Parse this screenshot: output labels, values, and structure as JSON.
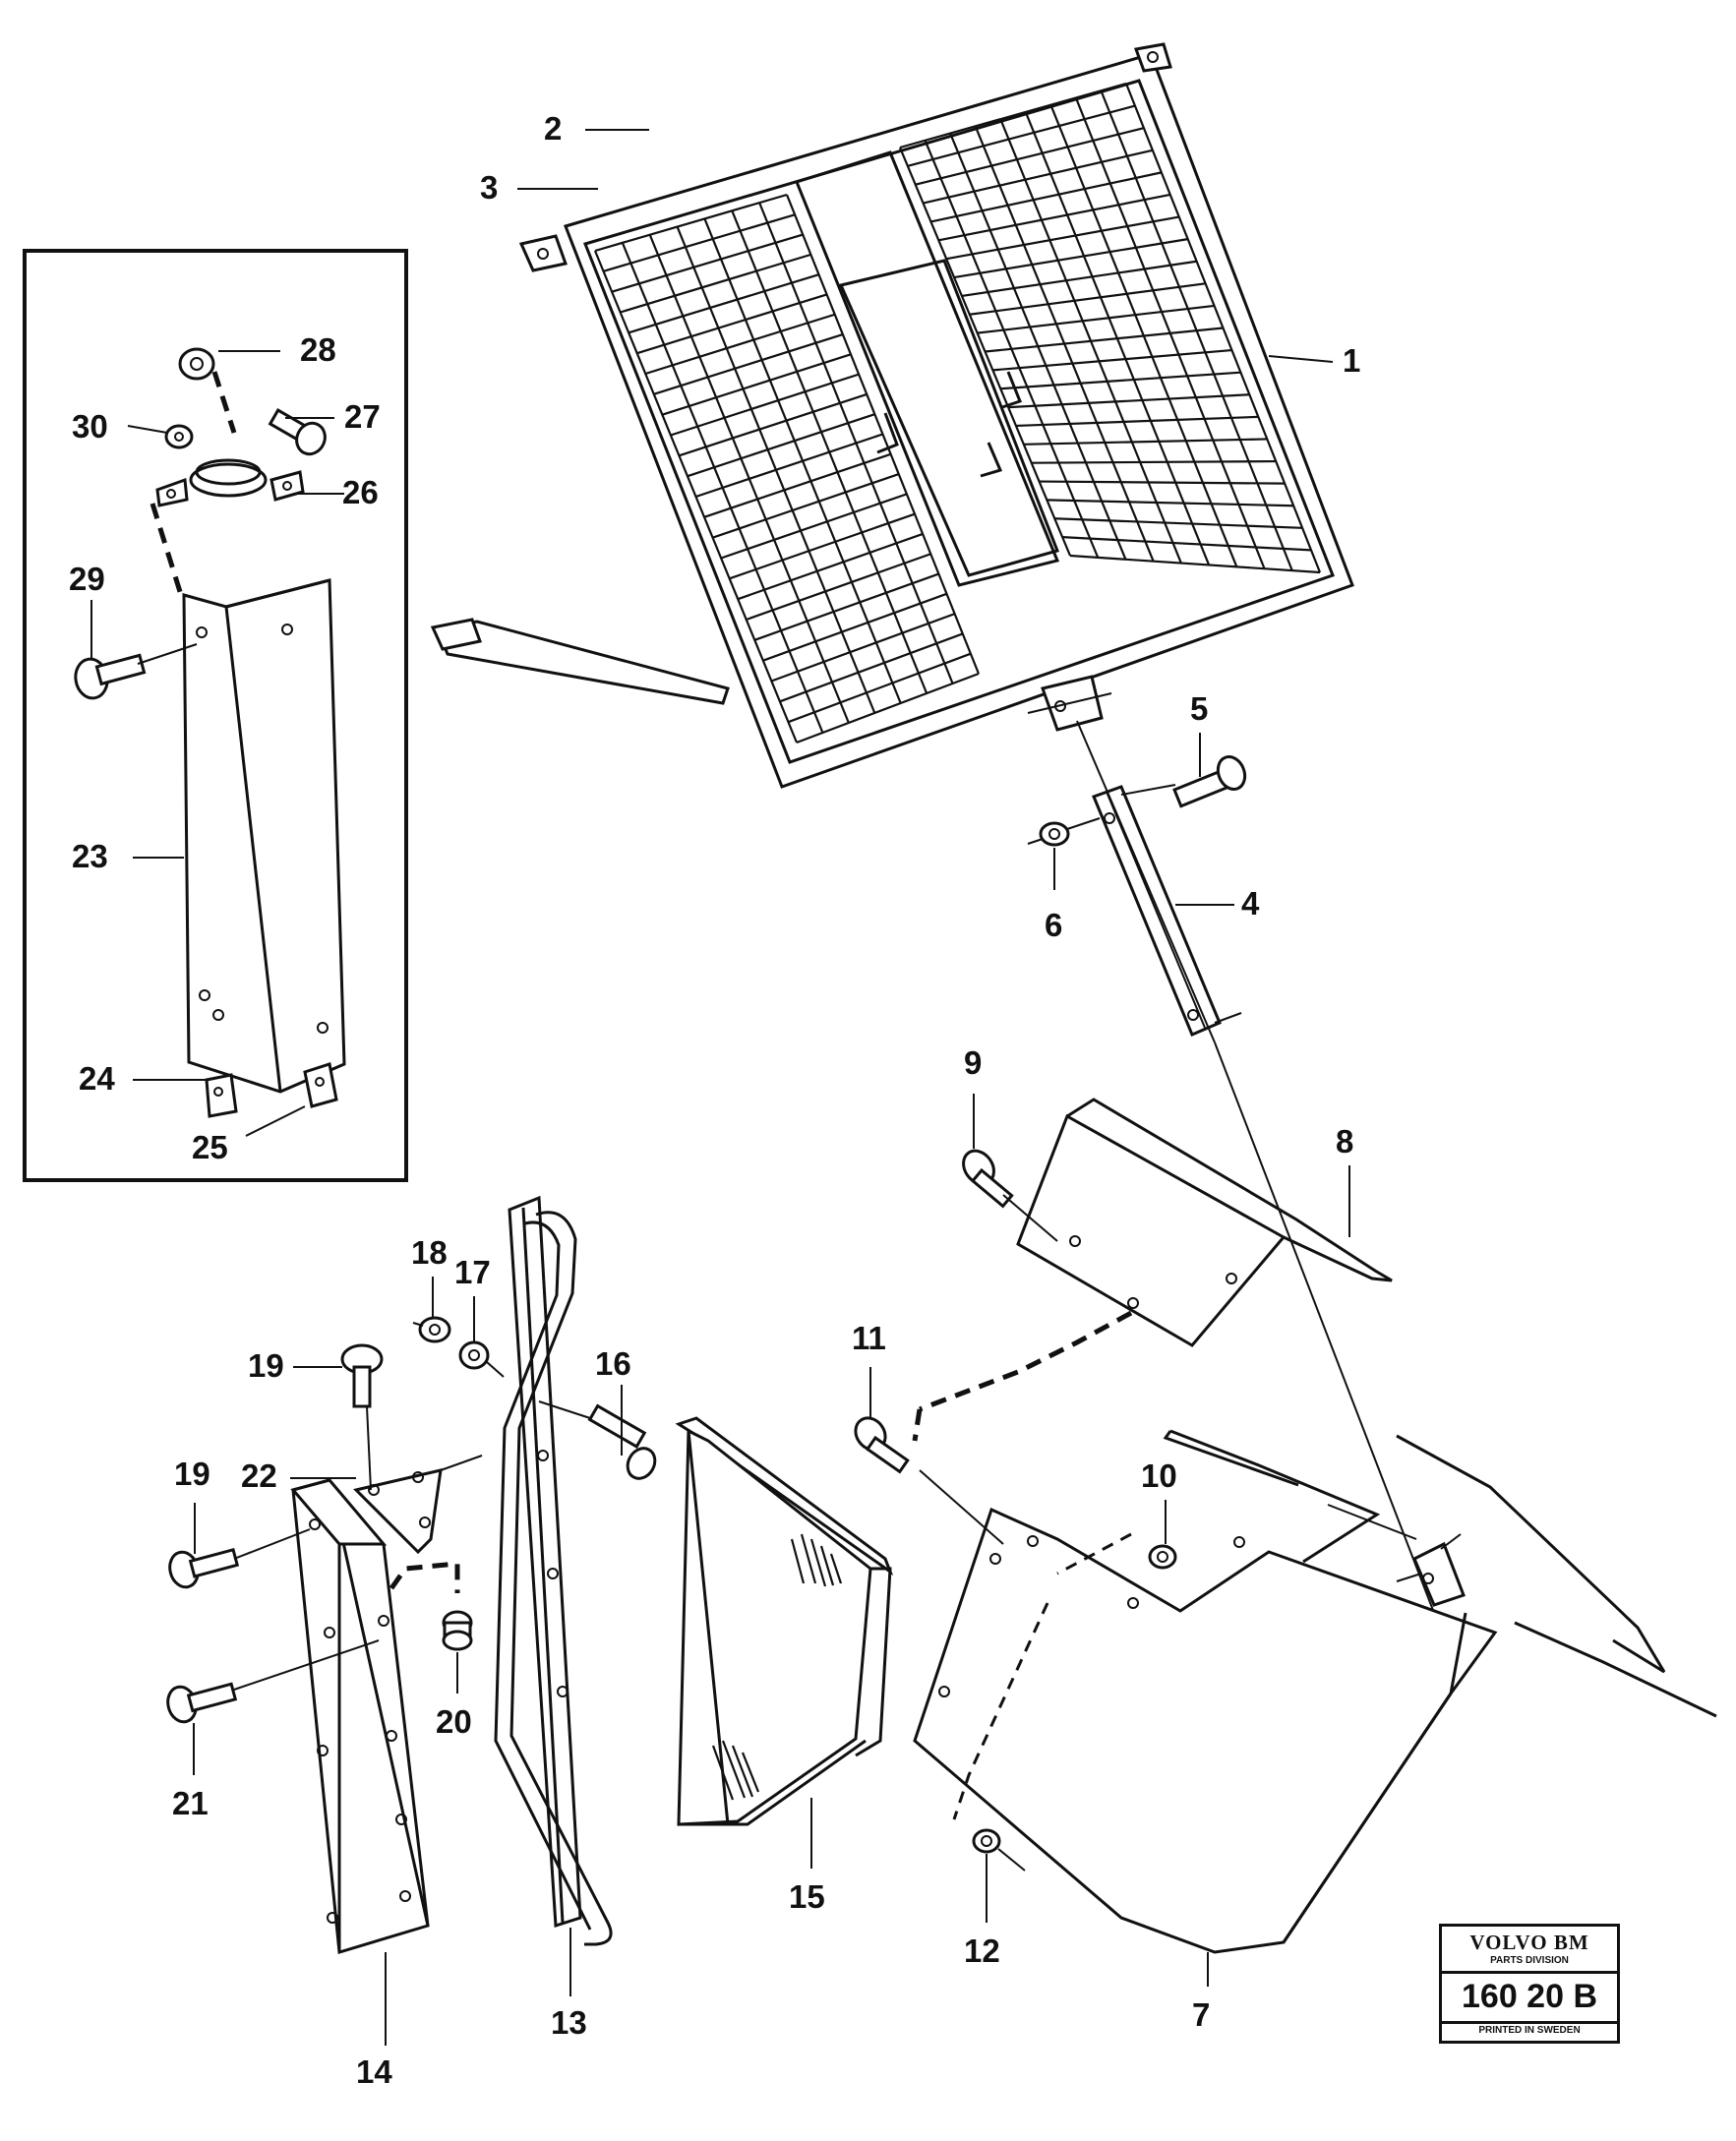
{
  "labels": {
    "l1": "1",
    "l2": "2",
    "l3": "3",
    "l4": "4",
    "l5": "5",
    "l6": "6",
    "l7": "7",
    "l8": "8",
    "l9": "9",
    "l10": "10",
    "l11": "11",
    "l12": "12",
    "l13": "13",
    "l14": "14",
    "l15": "15",
    "l16": "16",
    "l17": "17",
    "l18": "18",
    "l19a": "19",
    "l19b": "19",
    "l20": "20",
    "l21": "21",
    "l22": "22",
    "l23": "23",
    "l24": "24",
    "l25": "25",
    "l26": "26",
    "l27": "27",
    "l28": "28",
    "l29": "29",
    "l30": "30"
  },
  "stamp": {
    "brand": "VOLVO BM",
    "division": "PARTS DIVISION",
    "number": "160 20 B",
    "printed": "PRINTED IN SWEDEN"
  }
}
